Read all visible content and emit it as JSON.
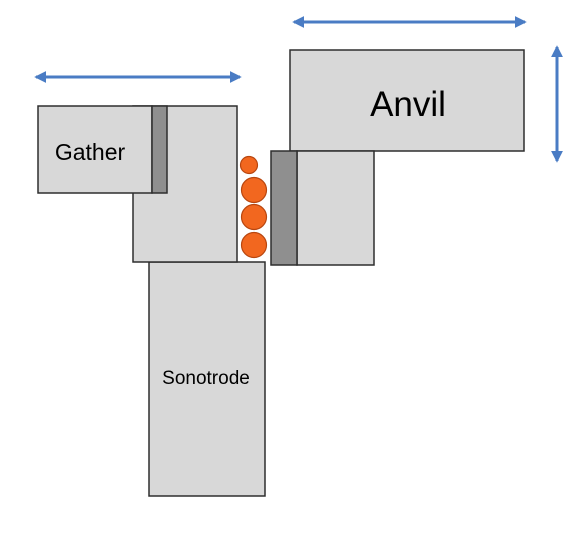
{
  "labels": {
    "gather": "Gather",
    "anvil": "Anvil",
    "sonotrode": "Sonotrode"
  },
  "colors": {
    "block_fill": "#d8d8d8",
    "block_stroke": "#2e2e2e",
    "insert_fill": "#8f8f8f",
    "wire_fill": "#f2671f",
    "wire_stroke": "#b8460f",
    "arrow": "#4a7cc4"
  },
  "components": {
    "wires_count": 4,
    "arrows": [
      {
        "part": "gather",
        "motion": "horizontal, bidirectional"
      },
      {
        "part": "anvil",
        "motion": "horizontal, bidirectional"
      },
      {
        "part": "anvil",
        "motion": "vertical, bidirectional"
      }
    ]
  }
}
